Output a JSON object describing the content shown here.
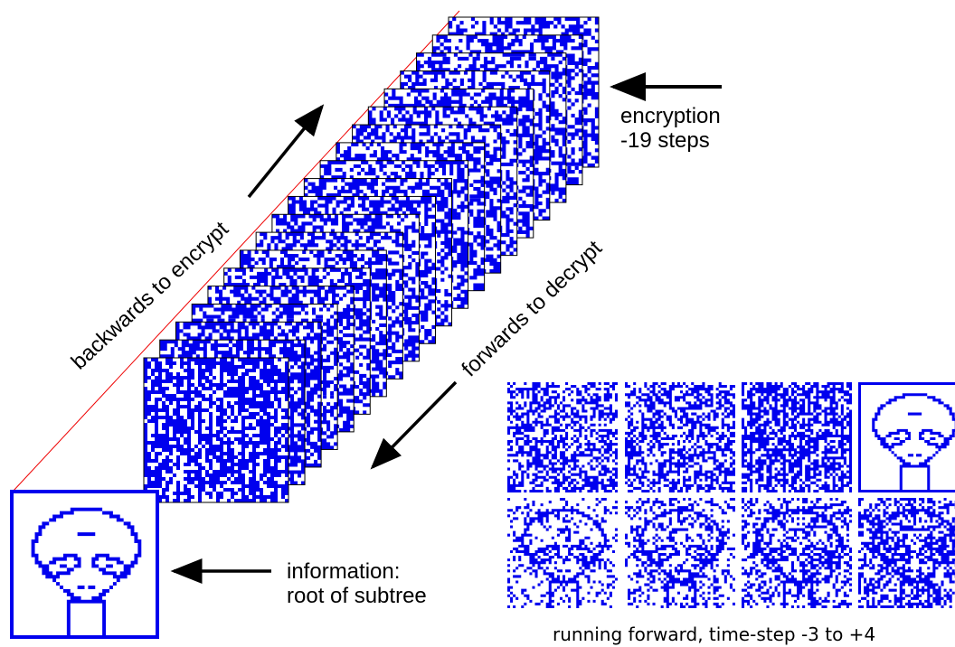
{
  "labels": {
    "encryption_line1": "encryption",
    "encryption_line2": "-19 steps",
    "backwards": "backwards to encrypt",
    "forwards": "forwards to decrypt",
    "information_line1": "information:",
    "information_line2": "root of subtree",
    "caption": "running forward, time-step -3 to +4"
  },
  "colors": {
    "cell": "#0000ee",
    "background": "#ffffff",
    "frame_border": "#000000",
    "diagonal_line": "#ee0000"
  },
  "icons": {
    "root_image": "alien-face",
    "encryption_arrow": "arrow-left",
    "backwards_arrow": "arrow-up-right",
    "forwards_arrow": "arrow-down-left",
    "information_arrow": "arrow-left"
  },
  "stack": {
    "frame_count": 20,
    "encryption_steps": -19
  },
  "sequence": {
    "time_steps": [
      -3,
      -2,
      -1,
      0,
      1,
      2,
      3,
      4
    ],
    "panel_content": [
      "noise",
      "noise",
      "noise",
      "alien-face",
      "partial-face",
      "partial-face",
      "partial-face",
      "partial-face"
    ]
  }
}
